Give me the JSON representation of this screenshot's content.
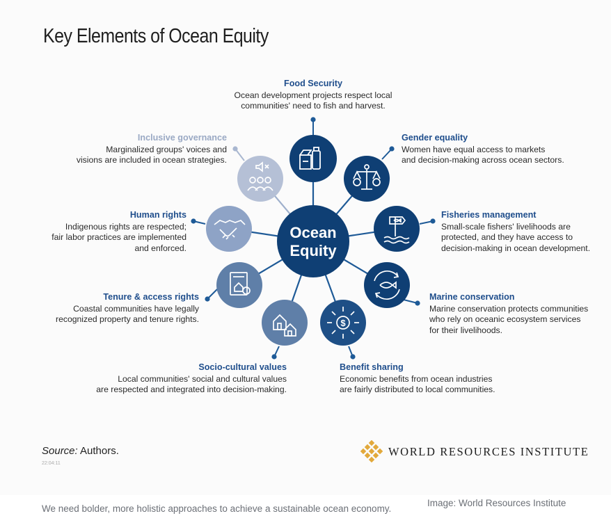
{
  "title": "Key Elements of Ocean Equity",
  "center": {
    "line1": "Ocean",
    "line2": "Equity"
  },
  "elements": [
    {
      "key": "food",
      "title": "Food Security",
      "desc": [
        "Ocean development projects respect local",
        "communities' need to fish and harvest."
      ],
      "icon": "food-packages-icon"
    },
    {
      "key": "gender",
      "title": "Gender equality",
      "desc": [
        "Women have equal access to markets",
        "and decision-making across ocean sectors."
      ],
      "icon": "balance-scale-people-icon"
    },
    {
      "key": "fisheries",
      "title": "Fisheries management",
      "desc": [
        "Small-scale fishers' livelihoods are",
        "protected, and they have access to",
        "decision-making in ocean  development."
      ],
      "icon": "fish-sign-waves-icon"
    },
    {
      "key": "marine",
      "title": "Marine conservation",
      "desc": [
        "Marine conservation protects communities",
        "who rely on oceanic ecosystem services",
        "for their livelihoods."
      ],
      "icon": "fish-cycle-icon"
    },
    {
      "key": "benefit",
      "title": "Benefit sharing",
      "desc": [
        "Economic benefits from ocean industries",
        "are fairly distributed to local communities."
      ],
      "icon": "dollar-distribution-icon"
    },
    {
      "key": "socio",
      "title": "Socio-cultural values",
      "desc": [
        "Local communities' social and cultural values",
        "are respected and integrated into decision-making."
      ],
      "icon": "houses-icon"
    },
    {
      "key": "tenure",
      "title": "Tenure & access rights",
      "desc": [
        "Coastal communities have legally",
        "recognized property and tenure rights."
      ],
      "icon": "property-deed-icon"
    },
    {
      "key": "human",
      "title": "Human rights",
      "desc": [
        "Indigenous rights are respected;",
        "fair labor practices are implemented",
        "and enforced."
      ],
      "icon": "handshake-icon"
    },
    {
      "key": "governance",
      "title": "Inclusive governance",
      "desc": [
        "Marginalized groups' voices and",
        "visions are included in ocean strategies."
      ],
      "icon": "group-voices-icon"
    }
  ],
  "source": {
    "label": "Source:",
    "text": " Authors."
  },
  "timestamp": "22:04:11",
  "logo_text": "WORLD RESOURCES INSTITUTE",
  "caption": "We need bolder, more holistic approaches to achieve a sustainable ocean economy.",
  "credit": "Image: World Resources Institute",
  "colors": {
    "navy": "#0f3f74",
    "blue": "#1e5a97",
    "steel": "#5f7fa8",
    "muted": "#b5c0d6",
    "heading": "#1f4e8c",
    "logo_gold": "#e2a93b"
  }
}
